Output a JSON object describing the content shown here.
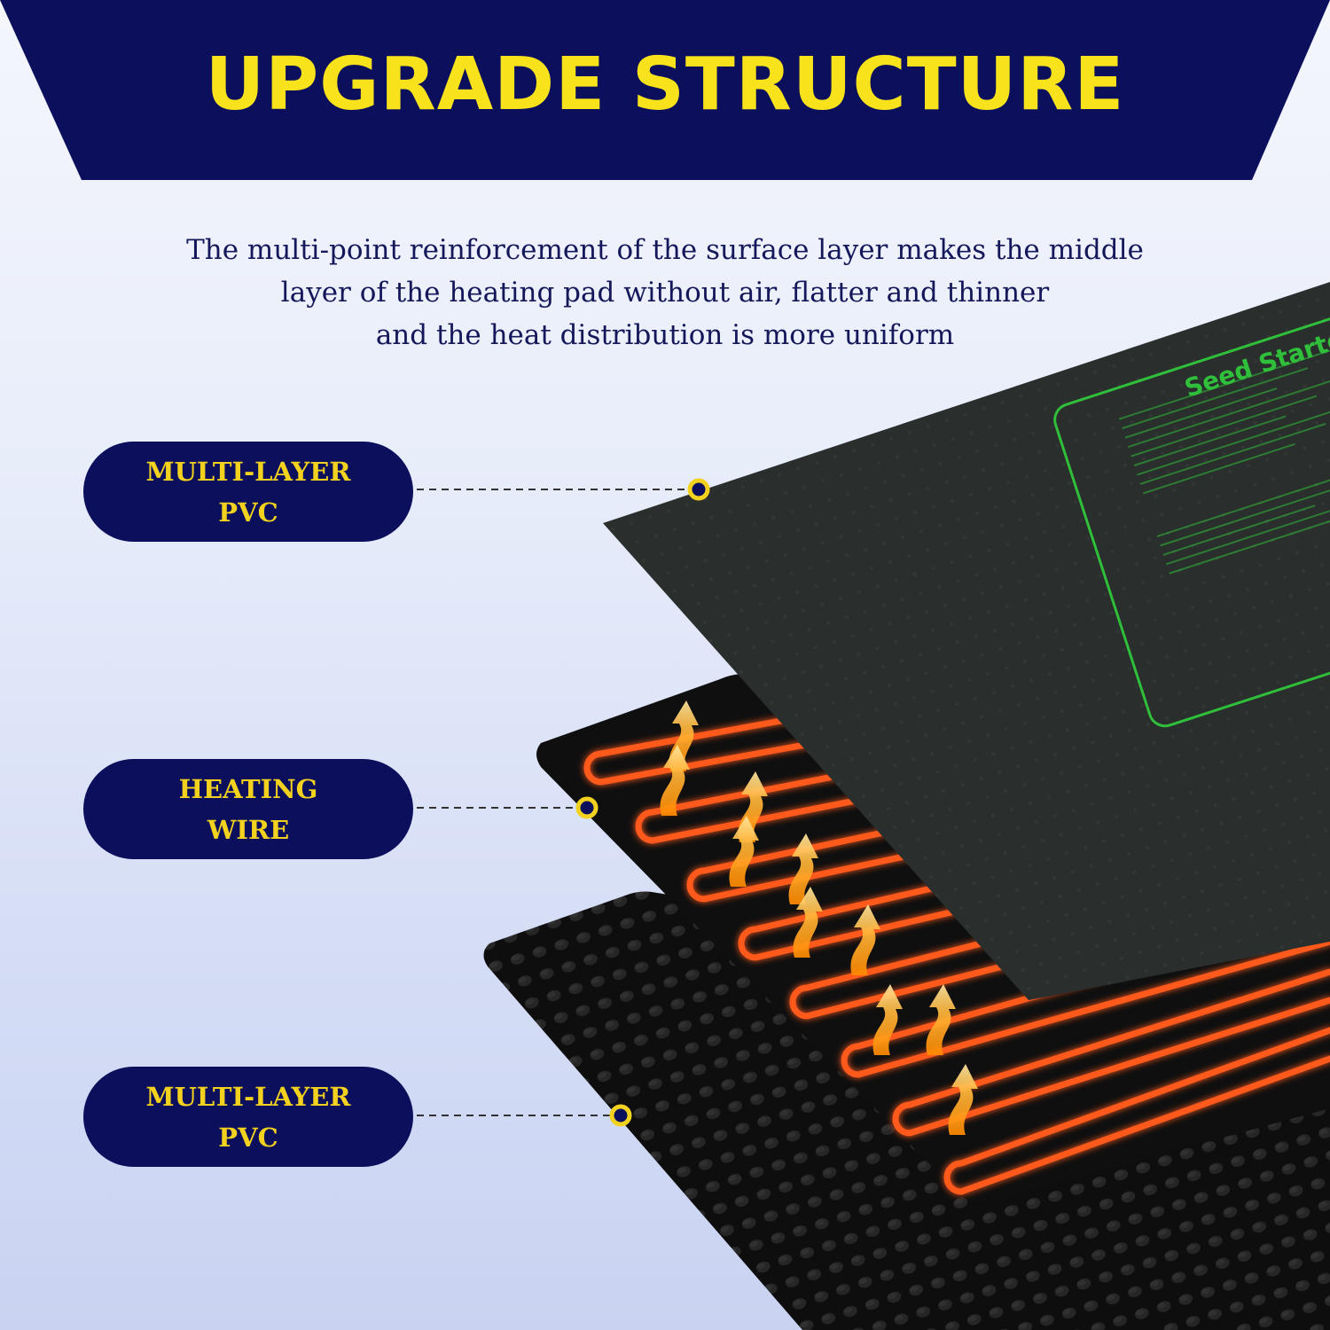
{
  "banner": {
    "title": "UPGRADE STRUCTURE",
    "background_color": "#0b0f5c",
    "title_color": "#f7e21b"
  },
  "description": {
    "lines": [
      "The multi-point reinforcement of the surface layer makes the middle",
      "layer of the heating pad without air, flatter and thinner",
      "and the heat distribution is more uniform"
    ]
  },
  "labels": [
    {
      "line1": "MULTI-LAYER",
      "line2": "PVC"
    },
    {
      "line1": "HEATING",
      "line2": "WIRE"
    },
    {
      "line1": "MULTI-LAYER",
      "line2": "PVC"
    }
  ],
  "product": {
    "mat_heading": "Seed Starter M",
    "accent_green": "#2fbf3a",
    "wire_color": "#ff5a1f",
    "label_color": "#0b0f5c",
    "label_text_color": "#f2d21e"
  }
}
